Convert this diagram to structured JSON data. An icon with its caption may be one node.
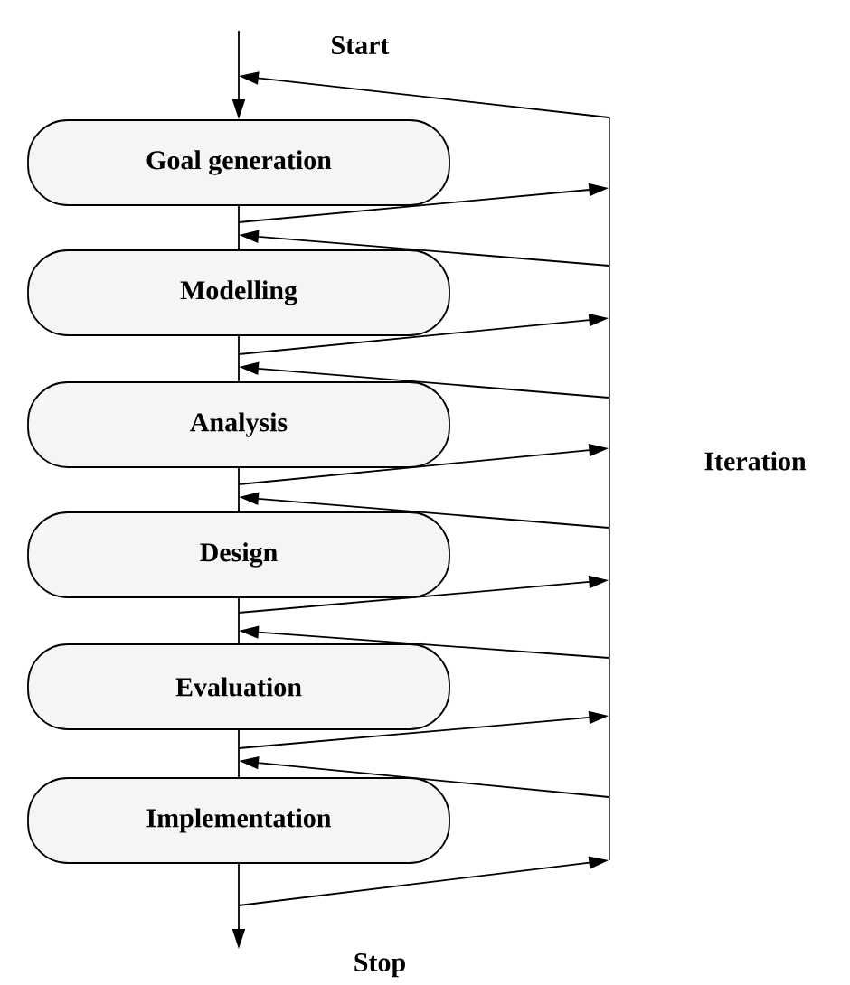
{
  "diagram": {
    "nodes": [
      {
        "text": [
          "Start"
        ]
      },
      {
        "text": [
          "Goal generation"
        ]
      },
      {
        "text": [
          "Modelling"
        ]
      },
      {
        "text": [
          "Analysis"
        ]
      },
      {
        "text": [
          "Design"
        ]
      },
      {
        "text": [
          "Evaluation"
        ]
      },
      {
        "text": [
          "Implementation"
        ]
      },
      {
        "text": [
          "Iteration"
        ]
      }
    ],
    "edges": [
      {
        "from": 0,
        "to": 1,
        "arrow": "to"
      },
      {
        "from": 1,
        "to": 2,
        "arrow": "none"
      },
      {
        "from": 2,
        "to": 3,
        "arrow": "none"
      },
      {
        "from": 3,
        "to": 4,
        "arrow": "none"
      },
      {
        "from": 4,
        "to": 5,
        "arrow": "none"
      },
      {
        "from": 5,
        "to": 6,
        "arrow": "none"
      },
      {
        "from": 6,
        "to": null,
        "arrow": "to"
      },
      {
        "from": 7,
        "to": 1,
        "arrow": "to"
      },
      {
        "from": 1,
        "to": 7,
        "arrow": "to"
      },
      {
        "from": 7,
        "to": 2,
        "arrow": "to"
      },
      {
        "from": 2,
        "to": 7,
        "arrow": "to"
      },
      {
        "from": 7,
        "to": 3,
        "arrow": "to"
      },
      {
        "from": 3,
        "to": 7,
        "arrow": "to"
      },
      {
        "from": 7,
        "to": 4,
        "arrow": "to"
      },
      {
        "from": 4,
        "to": 7,
        "arrow": "to"
      },
      {
        "from": 7,
        "to": 5,
        "arrow": "to"
      },
      {
        "from": 5,
        "to": 7,
        "arrow": "to"
      },
      {
        "from": 7,
        "to": 6,
        "arrow": "to"
      },
      {
        "from": 6,
        "to": 7,
        "arrow": "to"
      }
    ],
    "labels": [
      "Stop"
    ]
  }
}
